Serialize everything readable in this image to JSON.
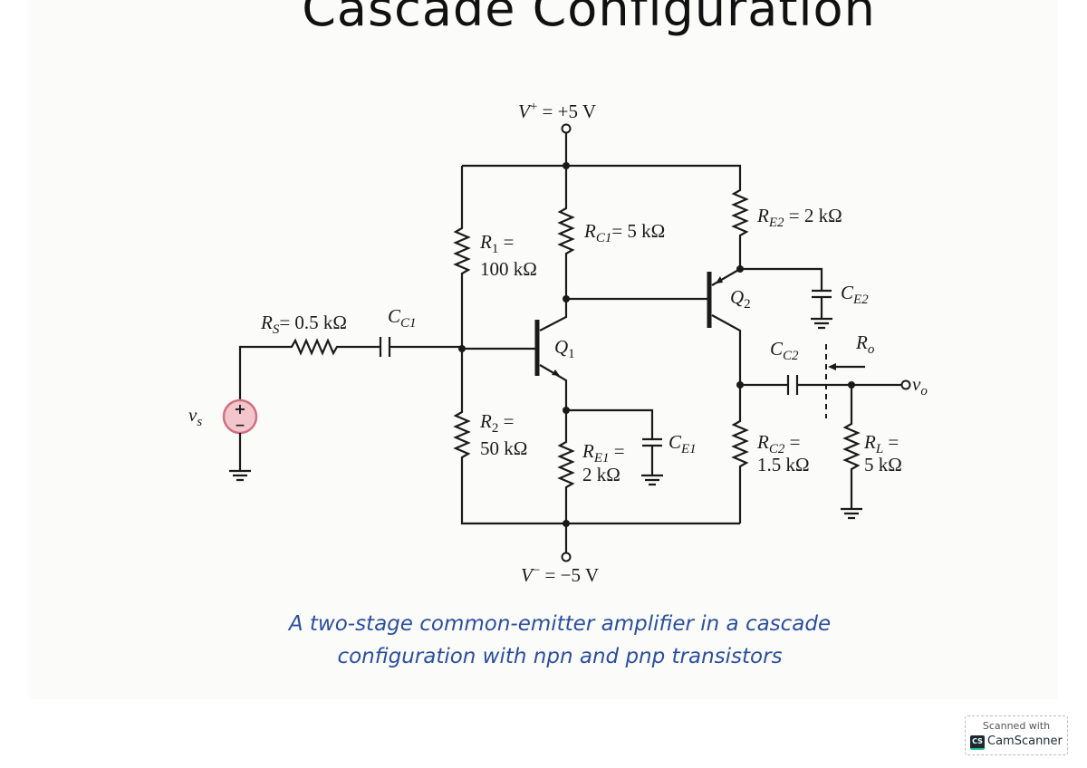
{
  "title": "Cascade Configuration",
  "caption": {
    "line1": "A two-stage common-emitter amplifier in a cascade",
    "line2": "configuration with npn and pnp transistors"
  },
  "labels": {
    "vplus": {
      "main": "V",
      "sup": "+",
      "rest": " = +5 V"
    },
    "vminus": {
      "main": "V",
      "sup": "−",
      "rest": " = −5 V"
    },
    "rs": {
      "main": "R",
      "sub": "S",
      "rest": "= 0.5 kΩ"
    },
    "cc1": {
      "main": "C",
      "sub": "C1"
    },
    "vs": {
      "main": "v",
      "sub": "s"
    },
    "r1": {
      "main": "R",
      "sub": "1",
      "rest": " =",
      "line2": "100 kΩ"
    },
    "r2": {
      "main": "R",
      "sub": "2",
      "rest": " =",
      "line2": "50 kΩ"
    },
    "rc1": {
      "main": "R",
      "sub": "C1",
      "rest": "= 5 kΩ"
    },
    "re1": {
      "main": "R",
      "sub": "E1",
      "rest": " =",
      "line2": "2 kΩ"
    },
    "ce1": {
      "main": "C",
      "sub": "E1"
    },
    "q1": {
      "main": "Q",
      "sub": "1"
    },
    "q2": {
      "main": "Q",
      "sub": "2"
    },
    "re2": {
      "main": "R",
      "sub": "E2",
      "rest": " = 2 kΩ"
    },
    "ce2": {
      "main": "C",
      "sub": "E2"
    },
    "cc2": {
      "main": "C",
      "sub": "C2"
    },
    "ro": {
      "main": "R",
      "sub": "o"
    },
    "vo": {
      "main": "v",
      "sub": "o"
    },
    "rc2": {
      "main": "R",
      "sub": "C2",
      "rest": " =",
      "line2": "1.5 kΩ"
    },
    "rl": {
      "main": "R",
      "sub": "L",
      "rest": " =",
      "line2": "5 kΩ"
    },
    "source_plus": "+",
    "source_minus": "−"
  },
  "watermark": {
    "line1": "Scanned with",
    "logo": "CS",
    "line2": "CamScanner"
  },
  "colors": {
    "caption": "#2b4f9e",
    "source_fill": "#f2c6cc",
    "source_stroke": "#d0707e"
  }
}
